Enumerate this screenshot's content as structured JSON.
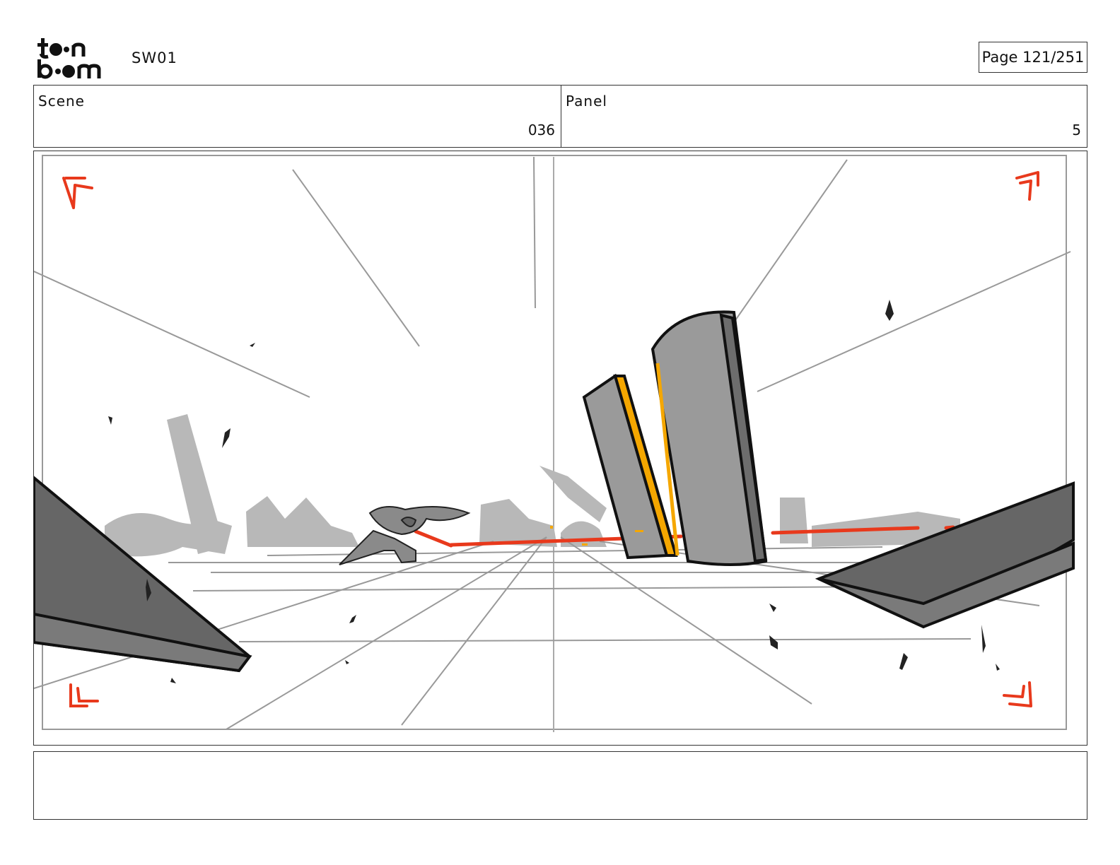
{
  "header": {
    "logo": {
      "lines": [
        "toon",
        "boom"
      ],
      "icon": "toon-boom-logo"
    },
    "project": "SW01",
    "page": "Page 121/251"
  },
  "info": {
    "scene_label": "Scene",
    "scene_value": "036",
    "panel_label": "Panel",
    "panel_value": "5"
  },
  "artwork": {
    "description_icon": "storyboard-sketch",
    "accent_red": "#e8391c",
    "accent_orange": "#f5a700",
    "slab_gray": "#9a9a9a",
    "dark_gray": "#666666",
    "bg_gray": "#b8b8b8"
  },
  "notes": {
    "text": ""
  }
}
